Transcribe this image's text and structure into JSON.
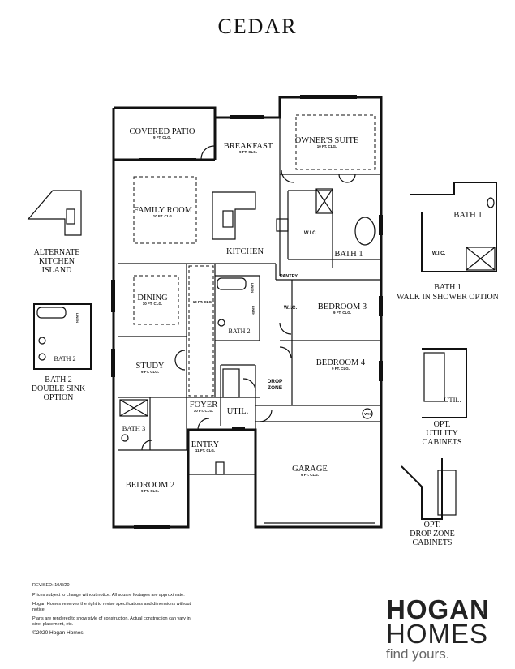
{
  "title": "CEDAR",
  "rooms": {
    "covered_patio": {
      "name": "COVERED PATIO",
      "ceiling": "9 FT. CLG."
    },
    "breakfast": {
      "name": "BREAKFAST",
      "ceiling": "9 FT. CLG."
    },
    "owners_suite": {
      "name": "OWNER'S SUITE",
      "ceiling": "10 FT. CLG."
    },
    "family_room": {
      "name": "FAMILY ROOM",
      "ceiling": "10 FT. CLG."
    },
    "kitchen": {
      "name": "KITCHEN"
    },
    "owner_wic": {
      "name": "W.I.C."
    },
    "bath1": {
      "name": "BATH 1"
    },
    "pantry": {
      "name": "PANTRY"
    },
    "dining": {
      "name": "DINING",
      "ceiling": "10 FT. CLG."
    },
    "hall": {
      "ceiling": "10 FT. CLG."
    },
    "bath2": {
      "name": "BATH 2"
    },
    "linen1": {
      "name": "LINEN"
    },
    "linen2": {
      "name": "LINEN"
    },
    "bed3_wic": {
      "name": "W.I.C."
    },
    "bedroom3": {
      "name": "BEDROOM 3",
      "ceiling": "9 FT. CLG."
    },
    "bedroom4": {
      "name": "BEDROOM 4",
      "ceiling": "9 FT. CLG."
    },
    "study": {
      "name": "STUDY",
      "ceiling": "9 FT. CLG."
    },
    "drop_zone": {
      "name1": "DROP",
      "name2": "ZONE"
    },
    "bath3": {
      "name": "BATH 3"
    },
    "foyer": {
      "name": "FOYER",
      "ceiling": "10 FT. CLG."
    },
    "util": {
      "name": "UTIL."
    },
    "wh": {
      "name": "WH"
    },
    "entry": {
      "name": "ENTRY",
      "ceiling": "11 FT. CLG."
    },
    "garage": {
      "name": "GARAGE",
      "ceiling": "9 FT. CLG."
    },
    "bedroom2": {
      "name": "BEDROOM 2",
      "ceiling": "9 FT. CLG."
    }
  },
  "options": {
    "alt_kitchen": [
      "ALTERNATE",
      "KITCHEN",
      "ISLAND"
    ],
    "bath2_double": {
      "room": "BATH 2",
      "lines": [
        "BATH 2",
        "DOUBLE SINK",
        "OPTION"
      ],
      "linen": "LINEN"
    },
    "bath1_shower": {
      "room": "BATH 1",
      "wic": "W.I.C.",
      "lines": [
        "BATH 1",
        "WALK IN SHOWER OPTION"
      ]
    },
    "utility_cabinets": {
      "room": "UTIL.",
      "lines": [
        "OPT.",
        "UTILITY",
        "CABINETS"
      ]
    },
    "drop_zone_cabinets": {
      "lines": [
        "OPT.",
        "DROP ZONE",
        "CABINETS"
      ]
    }
  },
  "notes": {
    "revised": "REVISED: 10/8/20",
    "n1": "Prices subject to change without notice. All square footages are approximate.",
    "n2": "Hogan Homes reserves the right to revise specifications and dimensions without notice.",
    "n3": "Plans are rendered to show style of construction. Actual construction can vary in size, placement, etc.",
    "copyright": "©2020 Hogan Homes"
  },
  "logo": {
    "line1": "HOGAN",
    "line2": "HOMES",
    "tagline": "find yours."
  }
}
